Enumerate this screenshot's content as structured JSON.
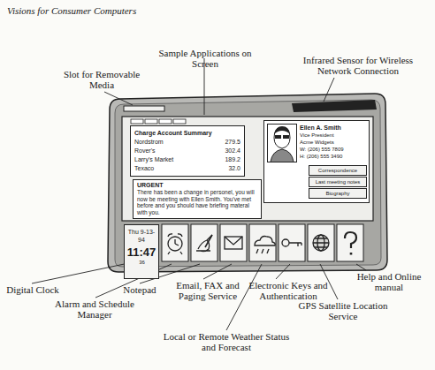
{
  "diagram": {
    "title": "Visions for Consumer Computers",
    "nodes": [
      {
        "text": [
          "Charge Account Summary",
          "Nordstrom",
          "279.5",
          "Rover's",
          "302.4",
          "Larry's Market",
          "189.2",
          "Texaco",
          "32.0"
        ]
      },
      {
        "text": [
          "Ellen A. Smith",
          "Vice President",
          "Acme Widgets",
          "W: (206) 555 7809",
          "H: (206) 555 3490"
        ]
      },
      {
        "text": [
          "Correspondence"
        ],
        "in": 1
      },
      {
        "text": [
          "Last meeting notes"
        ],
        "in": 1
      },
      {
        "text": [
          "Biography"
        ],
        "in": 1
      },
      {
        "text": [
          "URGENT",
          "There has been a change in personel, you will now be meeting with Ellen Smith. You've met before and you should have briefing materal with you."
        ]
      },
      {
        "text": [
          "Thu 9-13-94",
          "11:47",
          "36"
        ]
      }
    ],
    "labels": [
      "Sample Applications on Screen",
      "Slot for Removable Media",
      "Infrared Sensor for Wireless Network Connection",
      "Digital Clock",
      "Alarm and Schedule Manager",
      "Notepad",
      "Email, FAX and Paging Service",
      "Local or Remote Weather Status and Forecast",
      "Electronic Keys and Authentication",
      "GPS Satellite Location Service",
      "Help and Online manual"
    ]
  }
}
